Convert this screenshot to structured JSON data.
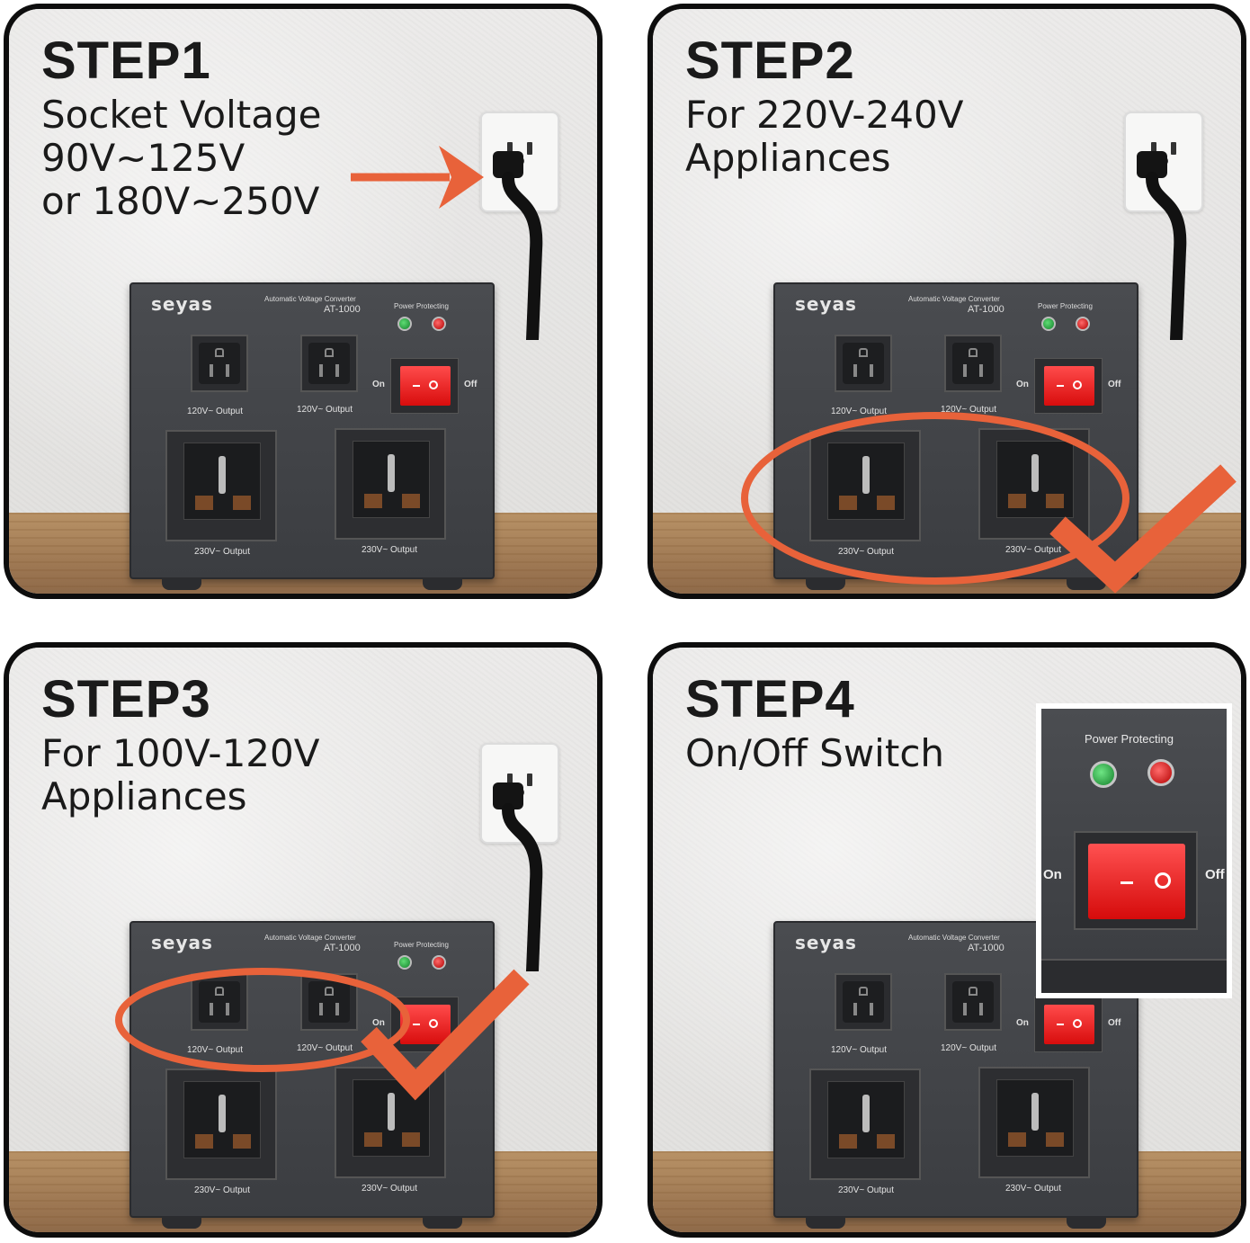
{
  "colors": {
    "accent": "#e8623a",
    "panel_border": "#0d0d0d",
    "text": "#1a1a1a"
  },
  "device": {
    "brand": "seyas",
    "model_line1": "Automatic Voltage Converter",
    "model_line2": "AT-1000",
    "leds_label": "Power  Protecting",
    "switch_on": "On",
    "switch_off": "Off",
    "us_output_label": "120V~ Output",
    "universal_output_label": "230V~ Output"
  },
  "steps": [
    {
      "title": "STEP1",
      "lines": [
        "Socket Voltage",
        "90V~125V",
        "or 180V~250V"
      ],
      "icon": "arrow-right-icon"
    },
    {
      "title": "STEP2",
      "lines": [
        "For 220V-240V",
        "Appliances"
      ],
      "icon": "checkmark-icon"
    },
    {
      "title": "STEP3",
      "lines": [
        "For 100V-120V",
        "Appliances"
      ],
      "icon": "checkmark-icon"
    },
    {
      "title": "STEP4",
      "lines": [
        "On/Off Switch"
      ],
      "icon": "zoom-inset"
    }
  ],
  "inset": {
    "leds_label": "Power  Protecting",
    "on": "On",
    "off": "Off"
  }
}
